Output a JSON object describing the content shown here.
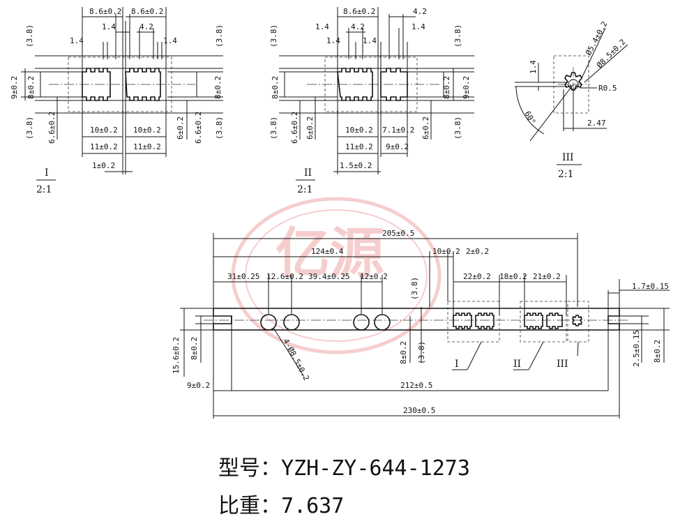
{
  "watermark": {
    "text": "亿源",
    "color": "#e05050"
  },
  "detail_I": {
    "label": "I",
    "scale": "2:1",
    "dims": {
      "top_left": "8.6±0.2",
      "top_right": "8.6±0.2",
      "w1_4_a": "1.4",
      "w1_4_b": "1.4",
      "w1_4_c": "1.4",
      "w4_2": "4.2",
      "side_38_tl": "(3.8)",
      "side_38_tr": "(3.8)",
      "side_38_bl": "(3.8)",
      "side_38_br": "(3.8)",
      "h9": "9±0.2",
      "h8_l": "8±0.2",
      "h8_r": "8±0.2",
      "h66_l": "6.6±0.2",
      "h6_r": "6±0.2",
      "h66_r": "6.6±0.2",
      "w10_l": "10±0.2",
      "w10_r": "10±0.2",
      "w11_l": "11±0.2",
      "w11_r": "11±0.2",
      "w1": "1±0.2"
    }
  },
  "detail_II": {
    "label": "II",
    "scale": "2:1",
    "dims": {
      "top": "8.6±0.2",
      "w4_2_top": "4.2",
      "w1_4_a": "1.4",
      "w1_4_b": "1.4",
      "w1_4_c": "1.4",
      "w1_4_d": "1.4",
      "w4_2": "4.2",
      "side_38_tl": "(3.8)",
      "side_38_tr": "(3.8)",
      "side_38_bl": "(3.8)",
      "side_38_br": "(3.8)",
      "h8_l": "8±0.2",
      "h8_r": "8±0.2",
      "h9_r": "9±0.2",
      "h66_l1": "6.6±0.2",
      "h6_l2": "6±0.2",
      "h6_r": "6±0.2",
      "w10": "10±0.2",
      "w7_1": "7.1±0.2",
      "w11": "11±0.2",
      "w9": "9±0.2",
      "w1_5": "1.5±0.2"
    }
  },
  "detail_III": {
    "label": "III",
    "scale": "2:1",
    "dims": {
      "d5_4": "Ø5.4±0.2",
      "d8_5": "Ø8.5±0.2",
      "r0_5": "R0.5",
      "w1_4": "1.4",
      "angle": "60°",
      "w2_47": "2.47"
    }
  },
  "main_view": {
    "dims": {
      "overall_205": "205±0.5",
      "d124": "124±0.4",
      "d10": "10±0.2",
      "d2": "2±0.2",
      "d31": "31±0.25",
      "d12_6": "12.6±0.2",
      "d39_4": "39.4±0.25",
      "d12": "12±0.2",
      "d22": "22±0.2",
      "d18": "18±0.2",
      "d21": "21±0.2",
      "d1_7": "1.7±0.15",
      "side_38_top": "(3.8)",
      "side_38_bot": "(3.8)",
      "h15_6": "15.6±0.2",
      "h8_l": "8±0.2",
      "holes": "4-Ø8.5±0.2",
      "h8_mid": "8±0.2",
      "h2_5": "2.5±0.15",
      "h8_r": "8±0.2",
      "d9": "9±0.2",
      "d212": "212±0.5",
      "d230": "230±0.5"
    },
    "callouts": [
      "I",
      "II",
      "III"
    ]
  },
  "caption": {
    "model_label": "型号：",
    "model_value": "YZH-ZY-644-1273",
    "weight_label": "比重：",
    "weight_value": "7.637"
  }
}
